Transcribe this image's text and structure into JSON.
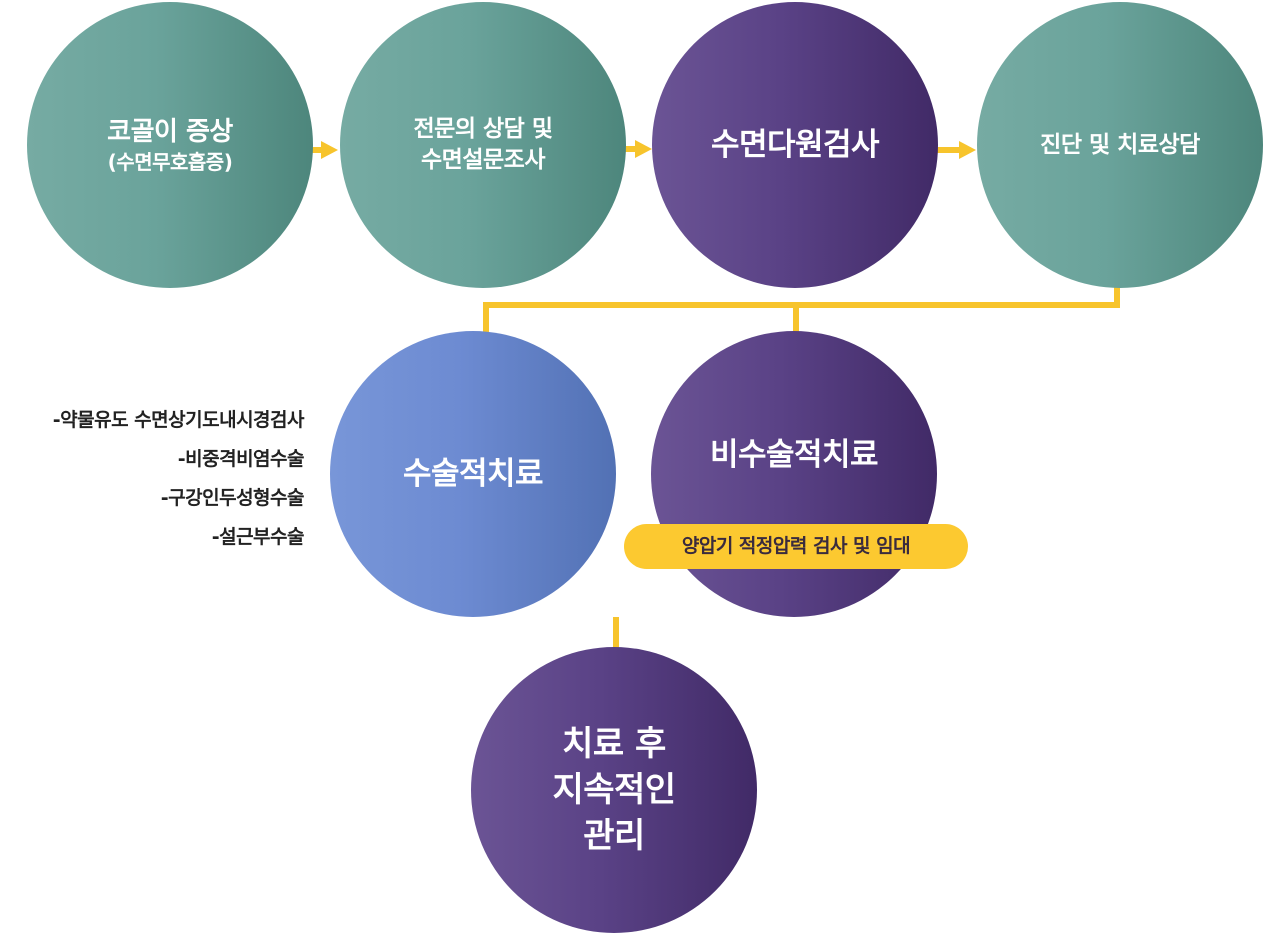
{
  "steps": {
    "symptom": {
      "line1": "코골이 증상",
      "line2": "(수면무호흡증)"
    },
    "consult": {
      "line1": "전문의 상담 및",
      "line2": "수면설문조사"
    },
    "sleep_test": {
      "label": "수면다원검사"
    },
    "diagnosis": {
      "label": "진단 및 치료상담"
    }
  },
  "treatments": {
    "surgical": {
      "label": "수술적치료",
      "procedures": [
        "-약물유도 수면상기도내시경검사",
        "-비중격비염수술",
        "-구강인두성형수술",
        "-설근부수술"
      ]
    },
    "non_surgical": {
      "label": "비수술적치료",
      "pill": "양압기 적정압력 검사 및 임대"
    }
  },
  "aftercare": {
    "line1": "치료 후",
    "line2": "지속적인",
    "line3": "관리"
  },
  "colors": {
    "teal": "#6aa39b",
    "purple": "#5a4286",
    "blue": "#6d8bd2",
    "arrow_yellow": "#f7c42c",
    "pill_yellow": "#fcc930"
  }
}
